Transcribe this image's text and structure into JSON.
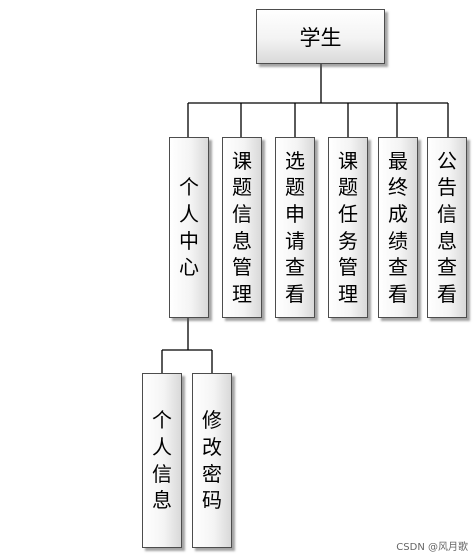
{
  "diagram": {
    "root": {
      "label": "学生"
    },
    "modules": [
      {
        "label": "个人中心"
      },
      {
        "label": "课题信息管理"
      },
      {
        "label": "选题申请查看"
      },
      {
        "label": "课题任务管理"
      },
      {
        "label": "最终成绩查看"
      },
      {
        "label": "公告信息查看"
      }
    ],
    "sub_modules": [
      {
        "label": "个人信息"
      },
      {
        "label": "修改密码"
      }
    ]
  },
  "watermark": "CSDN @风月歌",
  "colors": {
    "line": "#000000",
    "border": "#4d4d4d",
    "fill_light": "#ffffff",
    "fill_dark": "#d9d9d9"
  }
}
